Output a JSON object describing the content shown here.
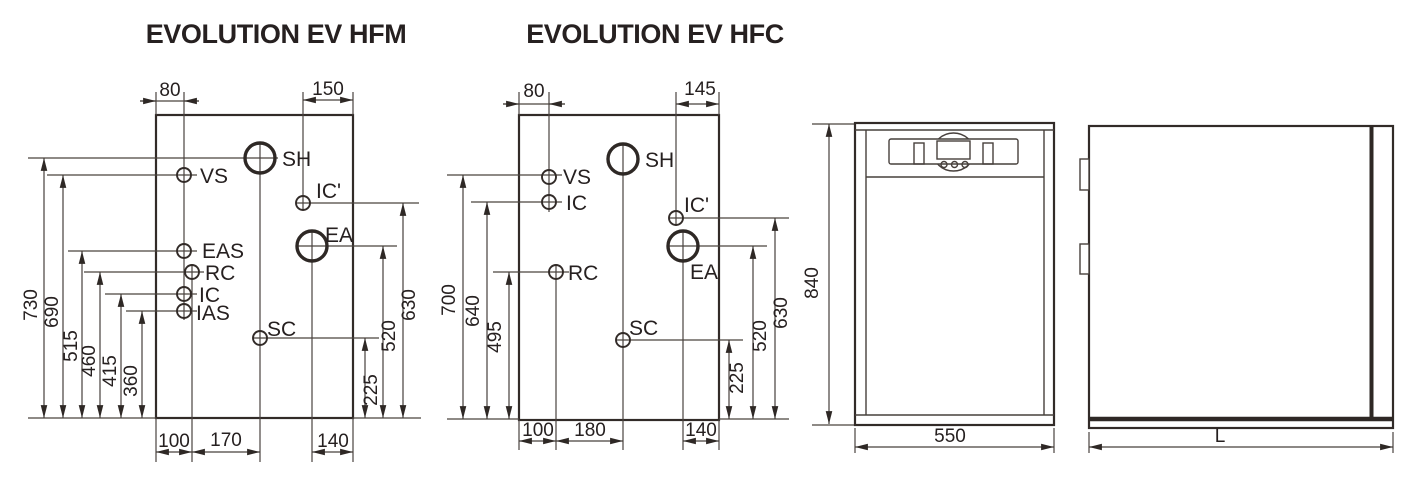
{
  "drawing": {
    "hfm": {
      "title": "EVOLUTION EV HFM",
      "ports": {
        "sh": "SH",
        "vs": "VS",
        "ic_prime": "IC'",
        "ea": "EA",
        "eas": "EAS",
        "rc": "RC",
        "ic": "IC",
        "ias": "IAS",
        "sc": "SC"
      },
      "dims": {
        "top_left": "80",
        "top_right": "150",
        "left": [
          "730",
          "690",
          "515",
          "460",
          "415",
          "360"
        ],
        "right": [
          "630",
          "520",
          "225"
        ],
        "bottom": [
          "100",
          "170",
          "140"
        ]
      }
    },
    "hfc": {
      "title": "EVOLUTION EV HFC",
      "ports": {
        "vs": "VS",
        "ic": "IC",
        "sh": "SH",
        "ic_prime": "IC'",
        "ea": "EA",
        "rc": "RC",
        "sc": "SC"
      },
      "dims": {
        "top_left": "80",
        "top_right": "145",
        "left": [
          "700",
          "640",
          "495"
        ],
        "right": [
          "630",
          "520",
          "225"
        ],
        "bottom": [
          "100",
          "180",
          "140"
        ]
      }
    },
    "front_view": {
      "dims": {
        "height": "840",
        "width": "550"
      }
    },
    "side_view": {
      "dims": {
        "depth": "L"
      }
    },
    "colors": {
      "line": "#47403c",
      "dark": "#2e2825",
      "text": "#262020"
    }
  }
}
